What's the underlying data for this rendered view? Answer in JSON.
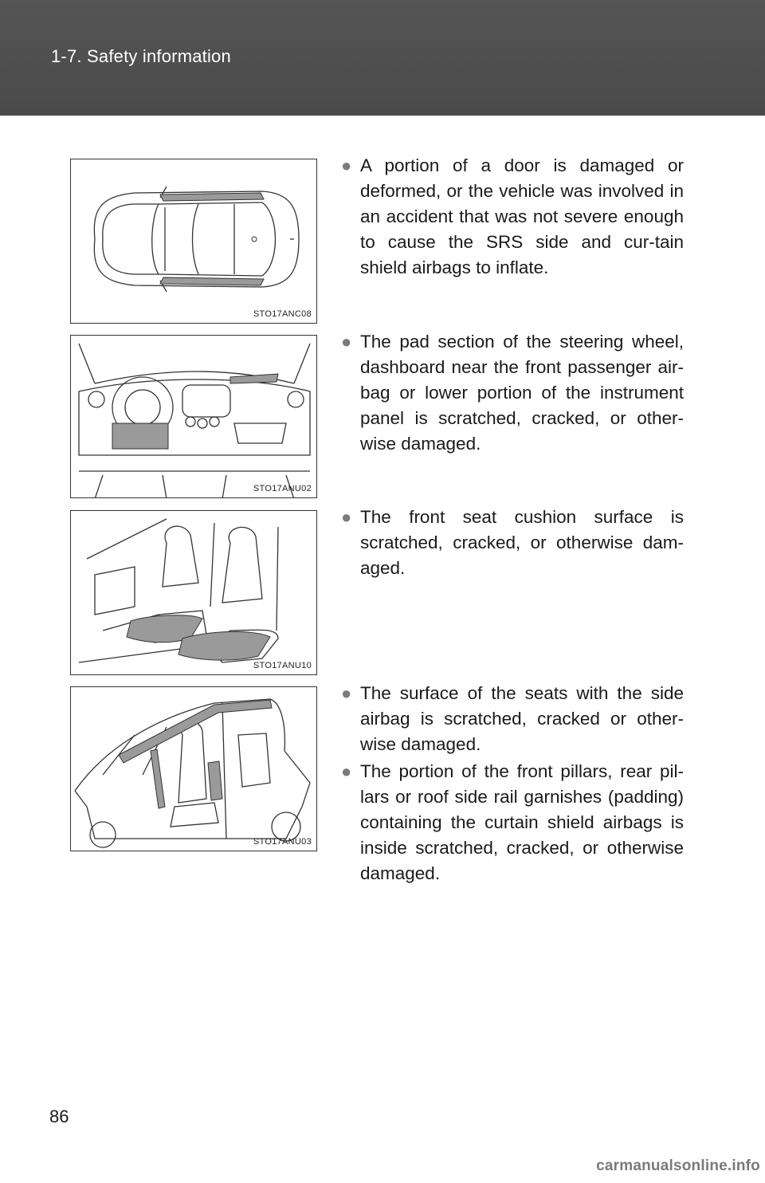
{
  "header": {
    "section_title": "1-7. Safety information"
  },
  "figures": [
    {
      "code": "STO17ANC08",
      "icon": "car-top-view"
    },
    {
      "code": "STO17ANU02",
      "icon": "dashboard-view"
    },
    {
      "code": "STO17ANU10",
      "icon": "front-seats-view"
    },
    {
      "code": "STO17ANU03",
      "icon": "cutaway-interior-view"
    }
  ],
  "items": [
    {
      "text": "A portion of a door is damaged or deformed, or the vehicle was involved in an accident that was not severe enough to cause the SRS side and cur-tain shield airbags to inflate."
    },
    {
      "text": "The pad section of the steering wheel, dashboard near the front passenger air-bag or lower portion of the instrument panel is scratched, cracked, or other-wise damaged."
    },
    {
      "text": "The front seat cushion surface is scratched, cracked, or otherwise dam-aged."
    },
    {
      "text": "The surface of the seats with the side airbag is scratched, cracked or other-wise damaged."
    },
    {
      "text": "The portion of the front pillars, rear pil-lars or roof side rail garnishes (padding) containing the curtain shield airbags is inside scratched, cracked, or otherwise damaged."
    }
  ],
  "bullet_symbol": "●",
  "page_number": "86",
  "watermark": "carmanualsonline.info",
  "colors": {
    "header_bg": "#4f4f4f",
    "bullet": "#7b7b7b",
    "highlight": "#9a9a9a"
  }
}
